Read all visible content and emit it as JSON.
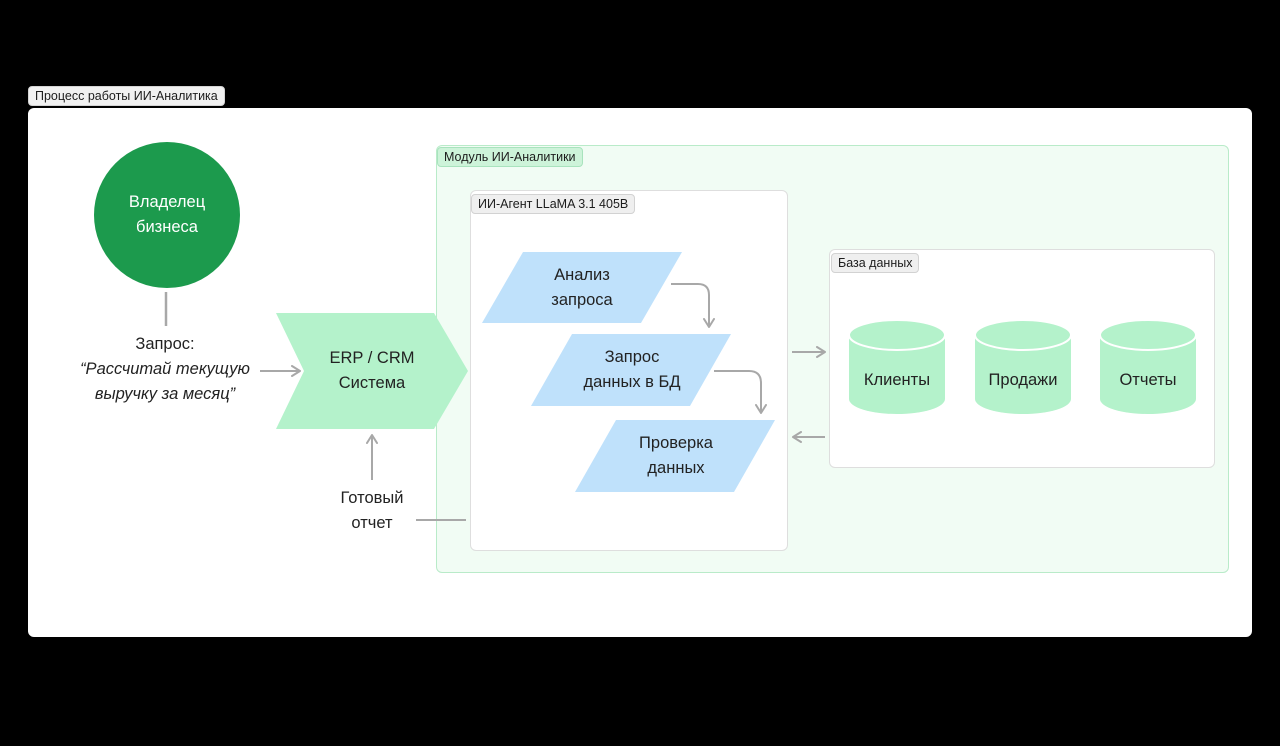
{
  "frame": {
    "title": "Процесс работы ИИ-Аналитика"
  },
  "module": {
    "title": "Модуль ИИ-Аналитики"
  },
  "agent": {
    "title": "ИИ-Агент LLaMA 3.1 405B",
    "steps": [
      {
        "line1": "Анализ",
        "line2": "запроса"
      },
      {
        "line1": "Запрос",
        "line2": "данных в БД"
      },
      {
        "line1": "Проверка",
        "line2": "данных"
      }
    ]
  },
  "database": {
    "title": "База данных",
    "tables": [
      "Клиенты",
      "Продажи",
      "Отчеты"
    ]
  },
  "owner": {
    "line1": "Владелец",
    "line2": "бизнеса"
  },
  "request": {
    "label": "Запрос:",
    "quote_line1": "“Рассчитай текущую",
    "quote_line2": "выручку за месяц”"
  },
  "erp": {
    "line1": "ERP / CRM",
    "line2": "Система"
  },
  "report": {
    "line1": "Готовый",
    "line2": "отчет"
  },
  "colors": {
    "owner_fill": "#1c9a4d",
    "erp_fill": "#b4f2cb",
    "step_fill": "#bfe1fb",
    "db_fill": "#b4f2cb",
    "arrow": "#a8a8a8"
  }
}
